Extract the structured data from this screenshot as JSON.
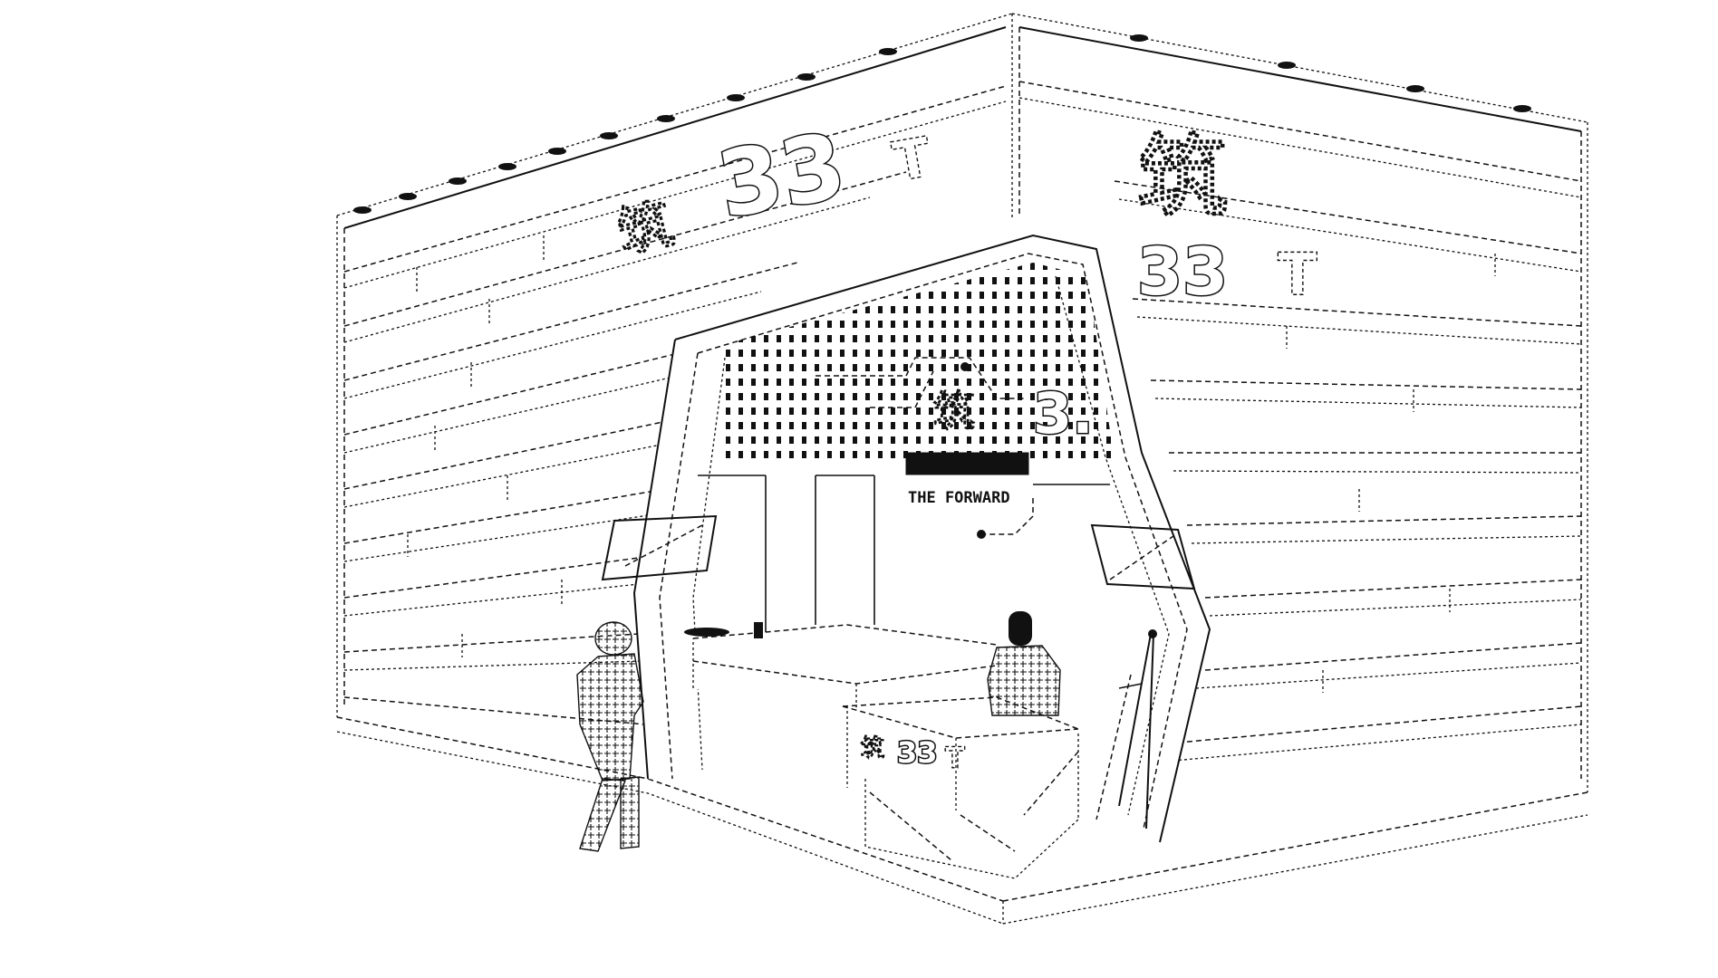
{
  "scene": {
    "type": "architectural wireframe render",
    "subject": "exhibition booth",
    "background_color": "#ffffff",
    "line_color": "#111111"
  },
  "signage": {
    "left_wall_logo_glyphs": "筑",
    "left_wall_logo_number": "33",
    "left_wall_logo_suffix": "T",
    "right_wall_logo_glyphs": "筑",
    "right_wall_logo_number": "33",
    "right_wall_logo_suffix": "T",
    "back_wall_logo_glyphs": "筑",
    "back_wall_logo_number": "3.",
    "back_wall_tagline": "THE FORWARD",
    "reception_desk_logo_glyphs": "筑",
    "reception_desk_logo_number": "33",
    "reception_desk_logo_suffix": "T"
  },
  "figures": [
    {
      "role": "visitor walking",
      "position": "left foreground"
    },
    {
      "role": "staff seated",
      "position": "behind reception desk"
    }
  ],
  "furniture": [
    {
      "name": "reception desk"
    },
    {
      "name": "back counter"
    },
    {
      "name": "display easel"
    },
    {
      "name": "left wall screen"
    },
    {
      "name": "right wall screen"
    }
  ]
}
